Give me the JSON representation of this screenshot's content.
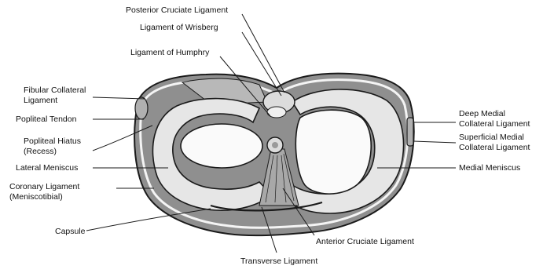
{
  "colors": {
    "ink": "#1a1a1a",
    "tibia_shade": "#8f8f8f",
    "meniscus_fill": "#e6e6e6",
    "cartilage_fill": "#fafafa",
    "background": "#ffffff"
  },
  "labels": {
    "posterior_cruciate_ligament": "Posterior Cruciate Ligament",
    "ligament_of_wrisberg": "Ligament of Wrisberg",
    "ligament_of_humphry": "Ligament of Humphry",
    "fibular_collateral_ligament_1": "Fibular Collateral",
    "fibular_collateral_ligament_2": "Ligament",
    "popliteal_tendon": "Popliteal Tendon",
    "popliteal_hiatus_1": "Popliteal Hiatus",
    "popliteal_hiatus_2": "(Recess)",
    "lateral_meniscus": "Lateral Meniscus",
    "coronary_ligament_1": "Coronary Ligament",
    "coronary_ligament_2": "(Meniscotibial)",
    "capsule": "Capsule",
    "transverse_ligament": "Transverse Ligament",
    "anterior_cruciate_ligament": "Anterior Cruciate Ligament",
    "medial_meniscus": "Medial Meniscus",
    "deep_medial_collateral_ligament_1": "Deep Medial",
    "deep_medial_collateral_ligament_2": "Collateral Ligament",
    "superficial_medial_collateral_ligament_1": "Superficial Medial",
    "superficial_medial_collateral_ligament_2": "Collateral Ligament"
  }
}
